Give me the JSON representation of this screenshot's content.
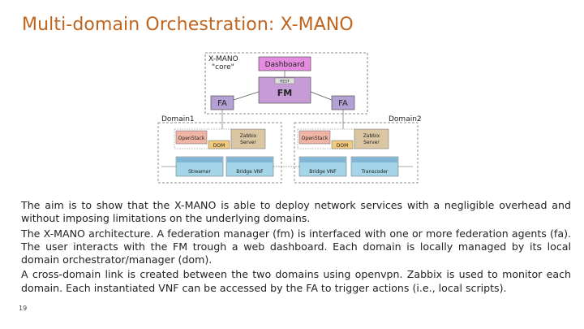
{
  "slide": {
    "title": "Multi-domain Orchestration: X-MANO",
    "page_number": "19",
    "paragraphs": [
      "The aim is to show that the X-MANO is able to deploy network services with a negligible overhead and without imposing limitations on the underlying domains.",
      "The X-MANO architecture. A federation manager (fm) is interfaced with one or more federation agents (fa). The user interacts with the FM trough a web dashboard. Each domain is locally managed by its local domain orchestrator/manager (dom).",
      "A cross-domain link is created between the two domains using openvpn. Zabbix is used to monitor each domain. Each instantiated VNF can be accessed by the FA to trigger actions (i.e., local scripts)."
    ]
  },
  "diagram": {
    "core_label_1": "X-MANO",
    "core_label_2": "\"core\"",
    "dashboard": "Dashboard",
    "rest": "REST",
    "fm": "FM",
    "fa_left": "FA",
    "fa_right": "FA",
    "domain1": "Domain1",
    "domain2": "Domain2",
    "openstack": "OpenStack",
    "zabbix_1": "Zabbix",
    "zabbix_2": "Server",
    "dom": "DOM",
    "vnf_streamer": "Streamer",
    "vnf_bridge": "Bridge VNF",
    "vnf_transcoder": "Transcoder",
    "colors": {
      "title": "#c0651f",
      "dashboard": "#e58ce0",
      "fm": "#c79cd6",
      "fa": "#b3a0d4",
      "openstack": "#efb4a4",
      "zabbix": "#dbc6a4",
      "dom": "#f1ca7d",
      "vnf": "#a4d4e8"
    }
  }
}
